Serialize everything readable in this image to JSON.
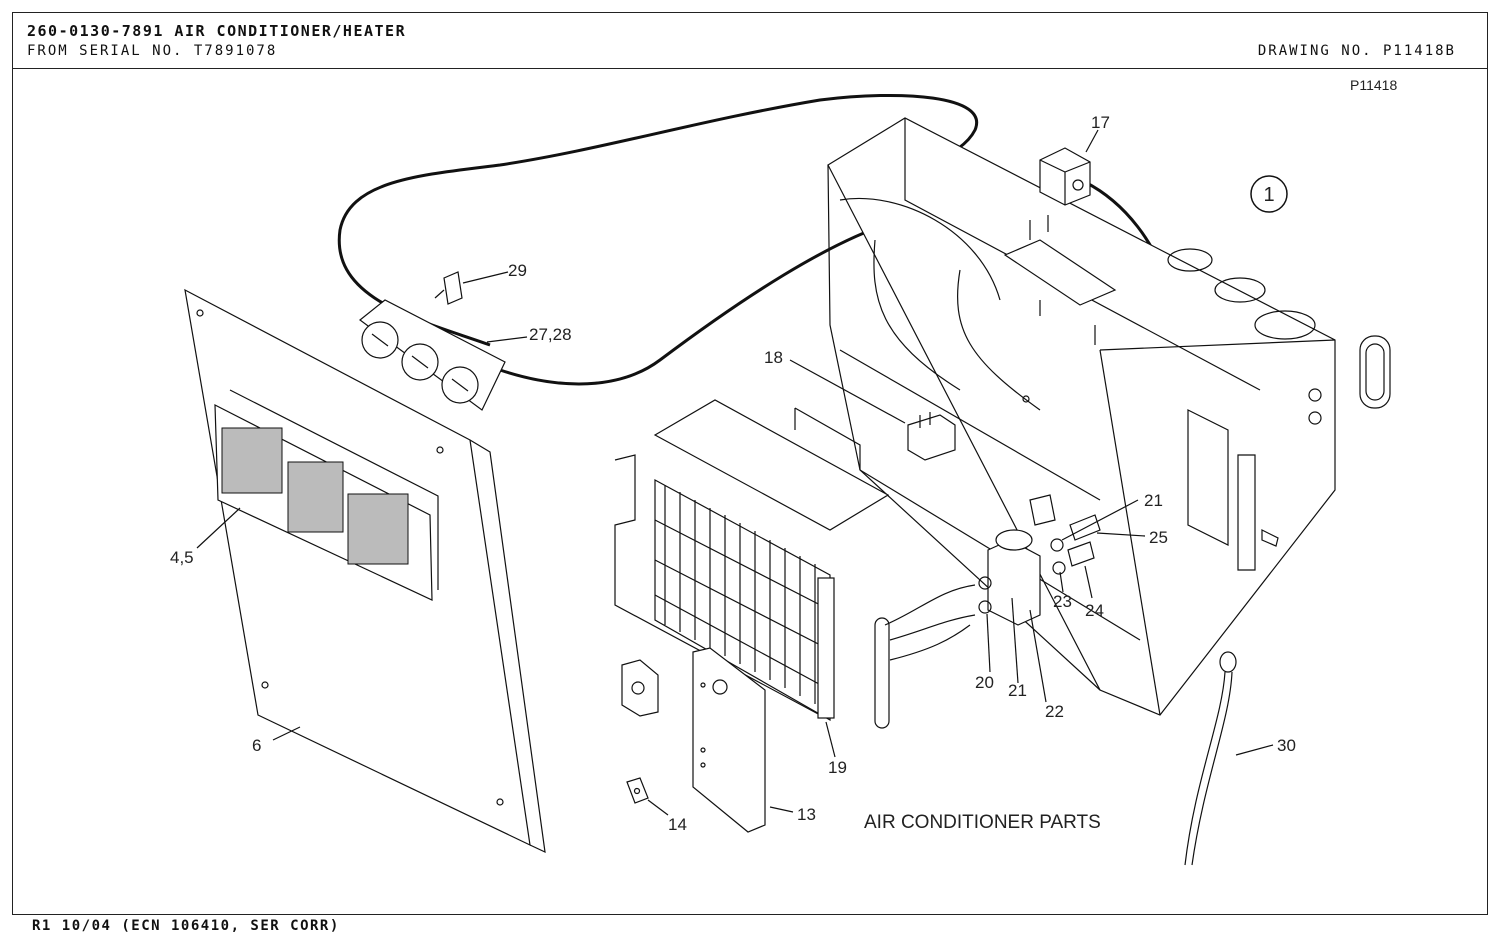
{
  "header": {
    "title": "260-0130-7891 AIR CONDITIONER/HEATER",
    "serial": "FROM SERIAL NO. T7891078",
    "drawing_no": "DRAWING NO. P11418B"
  },
  "diagram": {
    "ref_code": "P11418",
    "view_number": "1",
    "caption": "AIR CONDITIONER PARTS",
    "callouts": {
      "c17": "17",
      "c29": "29",
      "c2728": "27,28",
      "c18": "18",
      "c21a": "21",
      "c25": "25",
      "c23": "23",
      "c24": "24",
      "c45": "4,5",
      "c20": "20",
      "c21b": "21",
      "c22": "22",
      "c6": "6",
      "c19": "19",
      "c30": "30",
      "c13": "13",
      "c14": "14"
    }
  },
  "footer": {
    "revision": "R1 10/04 (ECN 106410, SER CORR)"
  }
}
